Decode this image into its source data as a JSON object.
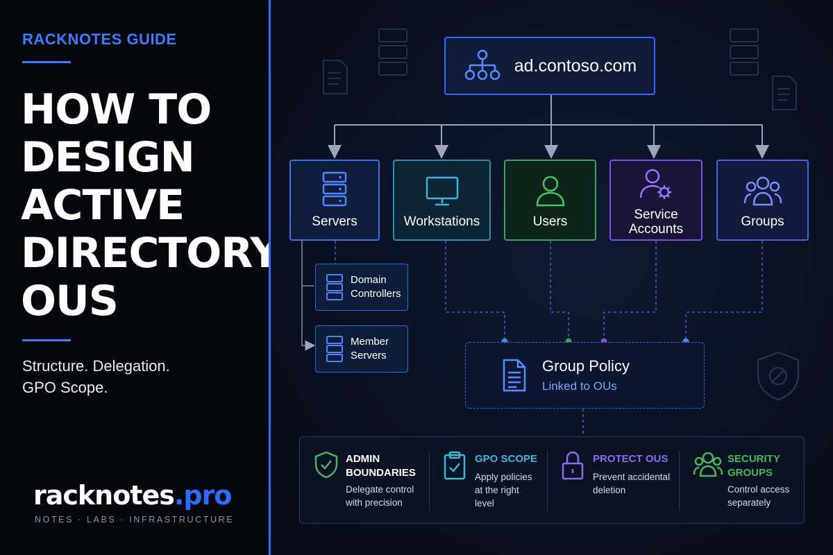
{
  "left": {
    "kicker": "RACKNOTES GUIDE",
    "title_lines": [
      "HOW TO",
      "DESIGN",
      "ACTIVE",
      "DIRECTORY",
      "OUS"
    ],
    "subtitle_lines": [
      "Structure. Delegation.",
      "GPO Scope."
    ],
    "brand_main": "racknotes",
    "brand_tld": ".pro",
    "brand_tagline": "NOTES · LABS · INFRASTRUCTURE"
  },
  "diagram": {
    "root": {
      "label": "ad.contoso.com",
      "icon": "hierarchy-icon"
    },
    "ous": [
      {
        "label": "Servers",
        "icon": "server-icon",
        "color": "#3f6fe0"
      },
      {
        "label": "Workstations",
        "icon": "monitor-icon",
        "color": "#2f8fb0"
      },
      {
        "label": "Users",
        "icon": "user-icon",
        "color": "#3aa357"
      },
      {
        "label": "Service Accounts",
        "icon": "user-gear-icon",
        "color": "#7c4fe0"
      },
      {
        "label": "Groups",
        "icon": "group-icon",
        "color": "#4f61e0"
      }
    ],
    "sub_ous": [
      {
        "label": "Domain Controllers",
        "icon": "server-icon"
      },
      {
        "label": "Member Servers",
        "icon": "server-icon"
      }
    ],
    "gpo": {
      "title": "Group Policy",
      "subtitle": "Linked to OUs",
      "icon": "document-icon"
    }
  },
  "features": [
    {
      "heading": "ADMIN BOUNDARIES",
      "desc": "Delegate control with precision",
      "color": "#ffffff",
      "icon": "shield-check-icon"
    },
    {
      "heading": "GPO SCOPE",
      "desc": "Apply policies at the right level",
      "color": "#39b8d8",
      "icon": "clipboard-check-icon"
    },
    {
      "heading": "PROTECT OUS",
      "desc": "Prevent accidental deletion",
      "color": "#8b6cf0",
      "icon": "lock-icon"
    },
    {
      "heading": "SECURITY GROUPS",
      "desc": "Control access separately",
      "color": "#46b85c",
      "icon": "group-icon"
    }
  ]
}
